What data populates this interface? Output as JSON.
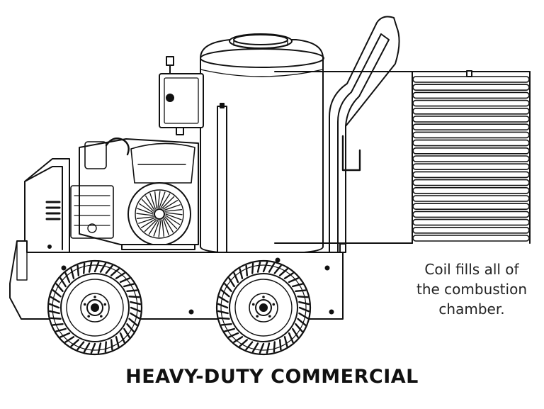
{
  "callout": {
    "line1": "Coil fills all of",
    "line2": "the combustion",
    "line3": "chamber."
  },
  "title": "HEAVY-DUTY COMMERCIAL",
  "colors": {
    "ink": "#111111",
    "paper": "#ffffff"
  }
}
